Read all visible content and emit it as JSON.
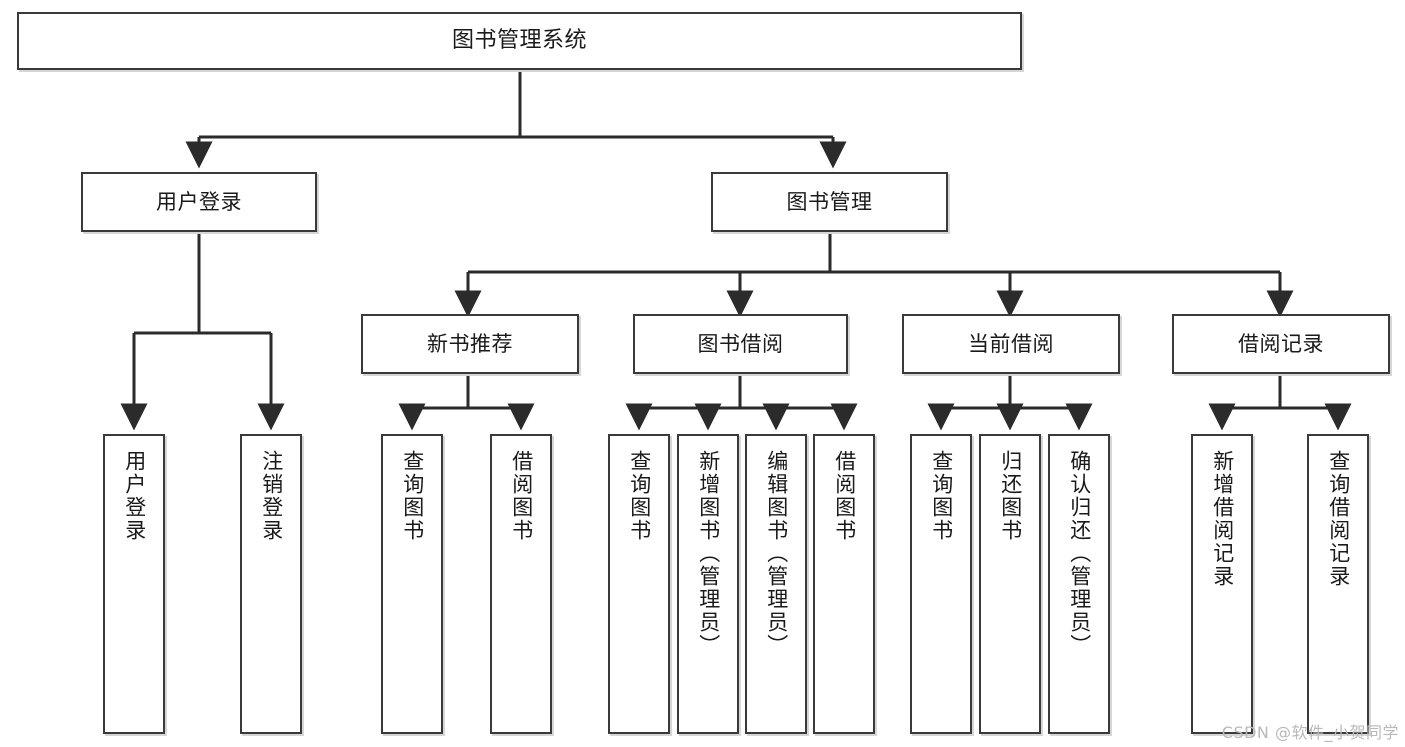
{
  "diagram": {
    "title": "图书管理系统",
    "type": "hierarchy-tree",
    "root": {
      "id": "root",
      "label": "图书管理系统"
    },
    "level2": [
      {
        "id": "user-login",
        "label": "用户登录"
      },
      {
        "id": "book-manage",
        "label": "图书管理"
      }
    ],
    "level3": [
      {
        "id": "new-book-recommend",
        "label": "新书推荐"
      },
      {
        "id": "book-borrow",
        "label": "图书借阅"
      },
      {
        "id": "current-borrow",
        "label": "当前借阅"
      },
      {
        "id": "borrow-record",
        "label": "借阅记录"
      }
    ],
    "leaves": [
      {
        "id": "leaf-user-login",
        "label": "用户登录",
        "parent": "user-login"
      },
      {
        "id": "leaf-logout",
        "label": "注销登录",
        "parent": "user-login"
      },
      {
        "id": "leaf-query-book-1",
        "label": "查询图书",
        "parent": "new-book-recommend"
      },
      {
        "id": "leaf-borrow-book-1",
        "label": "借阅图书",
        "parent": "new-book-recommend"
      },
      {
        "id": "leaf-query-book-2",
        "label": "查询图书",
        "parent": "book-borrow"
      },
      {
        "id": "leaf-add-book",
        "label": "新增图书（管理员）",
        "parent": "book-borrow"
      },
      {
        "id": "leaf-edit-book",
        "label": "编辑图书（管理员）",
        "parent": "book-borrow"
      },
      {
        "id": "leaf-borrow-book-2",
        "label": "借阅图书",
        "parent": "book-borrow"
      },
      {
        "id": "leaf-query-book-3",
        "label": "查询图书",
        "parent": "current-borrow"
      },
      {
        "id": "leaf-return-book",
        "label": "归还图书",
        "parent": "current-borrow"
      },
      {
        "id": "leaf-confirm-return",
        "label": "确认归还（管理员）",
        "parent": "current-borrow"
      },
      {
        "id": "leaf-add-record",
        "label": "新增借阅记录",
        "parent": "borrow-record"
      },
      {
        "id": "leaf-query-record",
        "label": "查询借阅记录",
        "parent": "borrow-record"
      }
    ],
    "colors": {
      "box_border": "#3a3a3a",
      "box_fill": "#ffffff",
      "connector": "#2b2b2b",
      "shadow": "#d6d6d6",
      "text": "#1a1a1a",
      "watermark": "#b9b9b9"
    }
  },
  "watermark": {
    "text": "CSDN @软件_小贺同学"
  }
}
